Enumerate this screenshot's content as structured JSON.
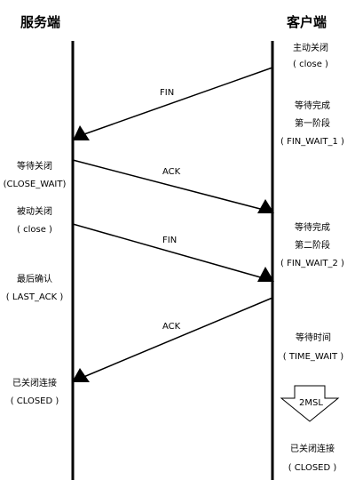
{
  "server": {
    "title": "服务端"
  },
  "client": {
    "title": "客户端"
  },
  "messages": [
    {
      "label": "FIN"
    },
    {
      "label": "ACK"
    },
    {
      "label": "FIN"
    },
    {
      "label": "ACK"
    }
  ],
  "client_states": [
    {
      "line1": "主动关闭",
      "line2": "( close )"
    },
    {
      "line1": "等待完成",
      "line2": "第一阶段",
      "line3": "( FIN_WAIT_1 )"
    },
    {
      "line1": "等待完成",
      "line2": "第二阶段",
      "line3": "( FIN_WAIT_2 )"
    },
    {
      "line1": "等待时间",
      "line2": "( TIME_WAIT )"
    },
    {
      "line1": "已关闭连接",
      "line2": "( CLOSED )"
    }
  ],
  "server_states": [
    {
      "line1": "等待关闭",
      "line2": "(CLOSE_WAIT)"
    },
    {
      "line1": "被动关闭",
      "line2": "( close )"
    },
    {
      "line1": "最后确认",
      "line2": "( LAST_ACK )"
    },
    {
      "line1": "已关闭连接",
      "line2": "( CLOSED )"
    }
  ],
  "wait": {
    "label": "2MSL"
  }
}
